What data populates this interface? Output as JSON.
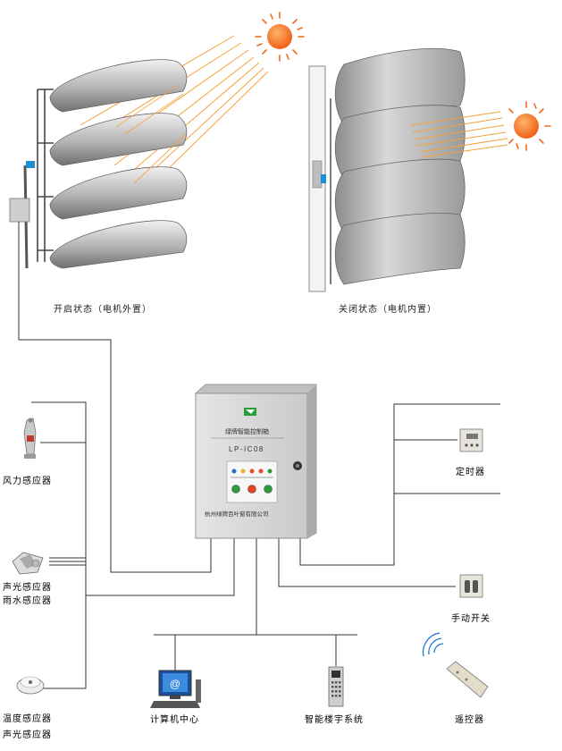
{
  "states": {
    "open_label": "开启状态（电机外置）",
    "closed_label": "关闭状态（电机内置）"
  },
  "control_box": {
    "title": "绿牌智能控制箱",
    "model": "LP-IC08",
    "company": "杭州绿牌百叶窗有限公司"
  },
  "sensors": [
    "风力感应器",
    "声光感应器",
    "雨水感应器",
    "温度感应器",
    "声光感应器"
  ],
  "devices": {
    "timer": "定时器",
    "manual_switch": "手动开关",
    "computer_center": "计算机中心",
    "building_system": "智能楼宇系统",
    "remote": "遥控器"
  },
  "colors": {
    "sun": "#f06a1a",
    "sun_ray": "#f4a23a",
    "louver": "#a9a9a9",
    "line": "#333333",
    "box": "#d9dadc"
  }
}
